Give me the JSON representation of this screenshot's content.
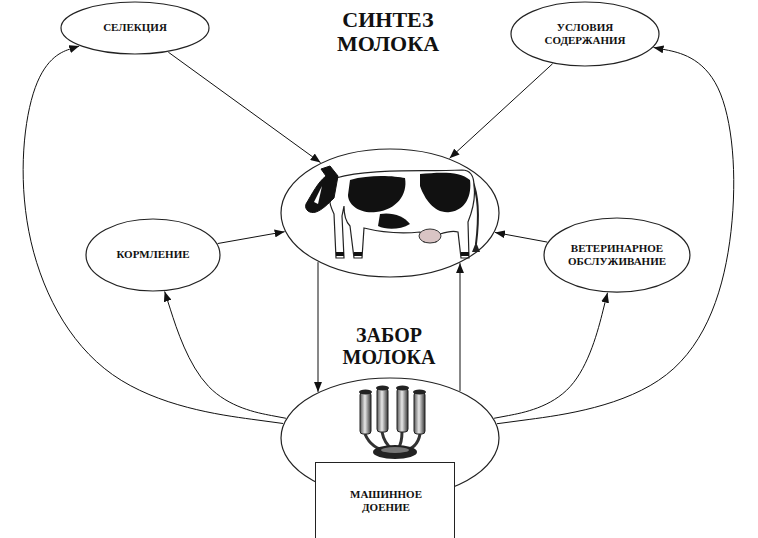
{
  "diagram": {
    "title": "СИНТЕЗ МОЛОКА",
    "nodes": [
      {
        "text": [
          "СЕЛЕКЦИЯ"
        ]
      },
      {
        "text": [
          "УСЛОВИЯ СОДЕРЖАНИЯ"
        ]
      },
      {
        "text": []
      },
      {
        "text": [
          "КОРМЛЕНИЕ"
        ]
      },
      {
        "text": [
          "ВЕТЕРИНАРНОЕ ОБСЛУЖИВАНИЕ"
        ]
      },
      {
        "text": []
      },
      {
        "text": [
          "МАШИННОЕ ДОЕНИЕ"
        ]
      }
    ],
    "edges": [
      {
        "from": 0,
        "to": 2,
        "arrow": "to"
      },
      {
        "from": 1,
        "to": 2,
        "arrow": "to"
      },
      {
        "from": 3,
        "to": 2,
        "arrow": "to"
      },
      {
        "from": 4,
        "to": 2,
        "arrow": "to"
      },
      {
        "from": 2,
        "to": 5,
        "arrow": "to"
      },
      {
        "from": 5,
        "to": 2,
        "arrow": "to"
      },
      {
        "from": 5,
        "to": 0,
        "arrow": "to"
      },
      {
        "from": 5,
        "to": 3,
        "arrow": "to"
      },
      {
        "from": 5,
        "to": 4,
        "arrow": "to"
      },
      {
        "from": 5,
        "to": 1,
        "arrow": "to"
      }
    ],
    "labels": [
      "ЗАБОР МОЛОКА"
    ]
  }
}
